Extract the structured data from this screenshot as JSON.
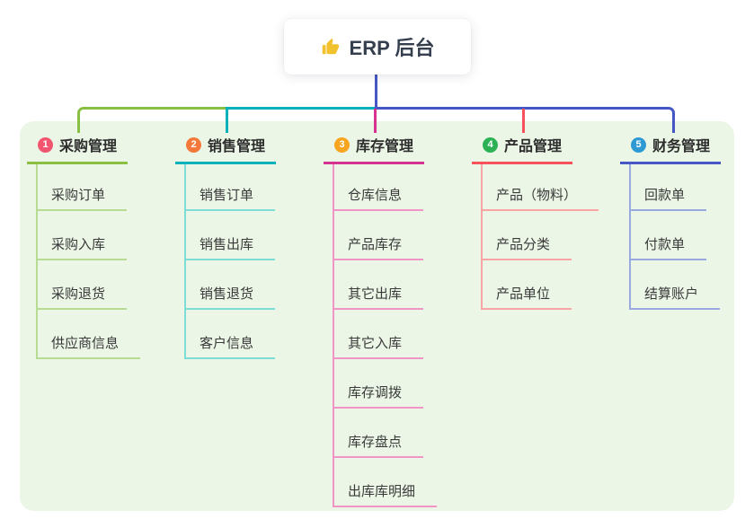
{
  "root": {
    "title": "ERP 后台",
    "icon": "thumbs-up-icon",
    "icon_color": "#f2c12e",
    "connector_color": "#4557c5"
  },
  "panel": {
    "background": "#ebf6e6"
  },
  "branches": [
    {
      "num": "1",
      "title": "采购管理",
      "badge_color": "#f2556f",
      "line_color": "#89c043",
      "sub_line_color": "#b7db90",
      "items": [
        "采购订单",
        "采购入库",
        "采购退货",
        "供应商信息"
      ]
    },
    {
      "num": "2",
      "title": "销售管理",
      "badge_color": "#f5793b",
      "line_color": "#00b1ba",
      "sub_line_color": "#7edcd7",
      "items": [
        "销售订单",
        "销售出库",
        "销售退货",
        "客户信息"
      ]
    },
    {
      "num": "3",
      "title": "库存管理",
      "badge_color": "#f8a41f",
      "line_color": "#d63390",
      "sub_line_color": "#f195c6",
      "items": [
        "仓库信息",
        "产品库存",
        "其它出库",
        "其它入库",
        "库存调拨",
        "库存盘点",
        "出库库明细"
      ]
    },
    {
      "num": "4",
      "title": "产品管理",
      "badge_color": "#2cb255",
      "line_color": "#f5525c",
      "sub_line_color": "#f9a5a5",
      "items": [
        "产品（物料）",
        "产品分类",
        "产品单位"
      ]
    },
    {
      "num": "5",
      "title": "财务管理",
      "badge_color": "#2d9ad3",
      "line_color": "#4557c5",
      "sub_line_color": "#9aa8e0",
      "items": [
        "回款单",
        "付款单",
        "结算账户"
      ]
    }
  ]
}
